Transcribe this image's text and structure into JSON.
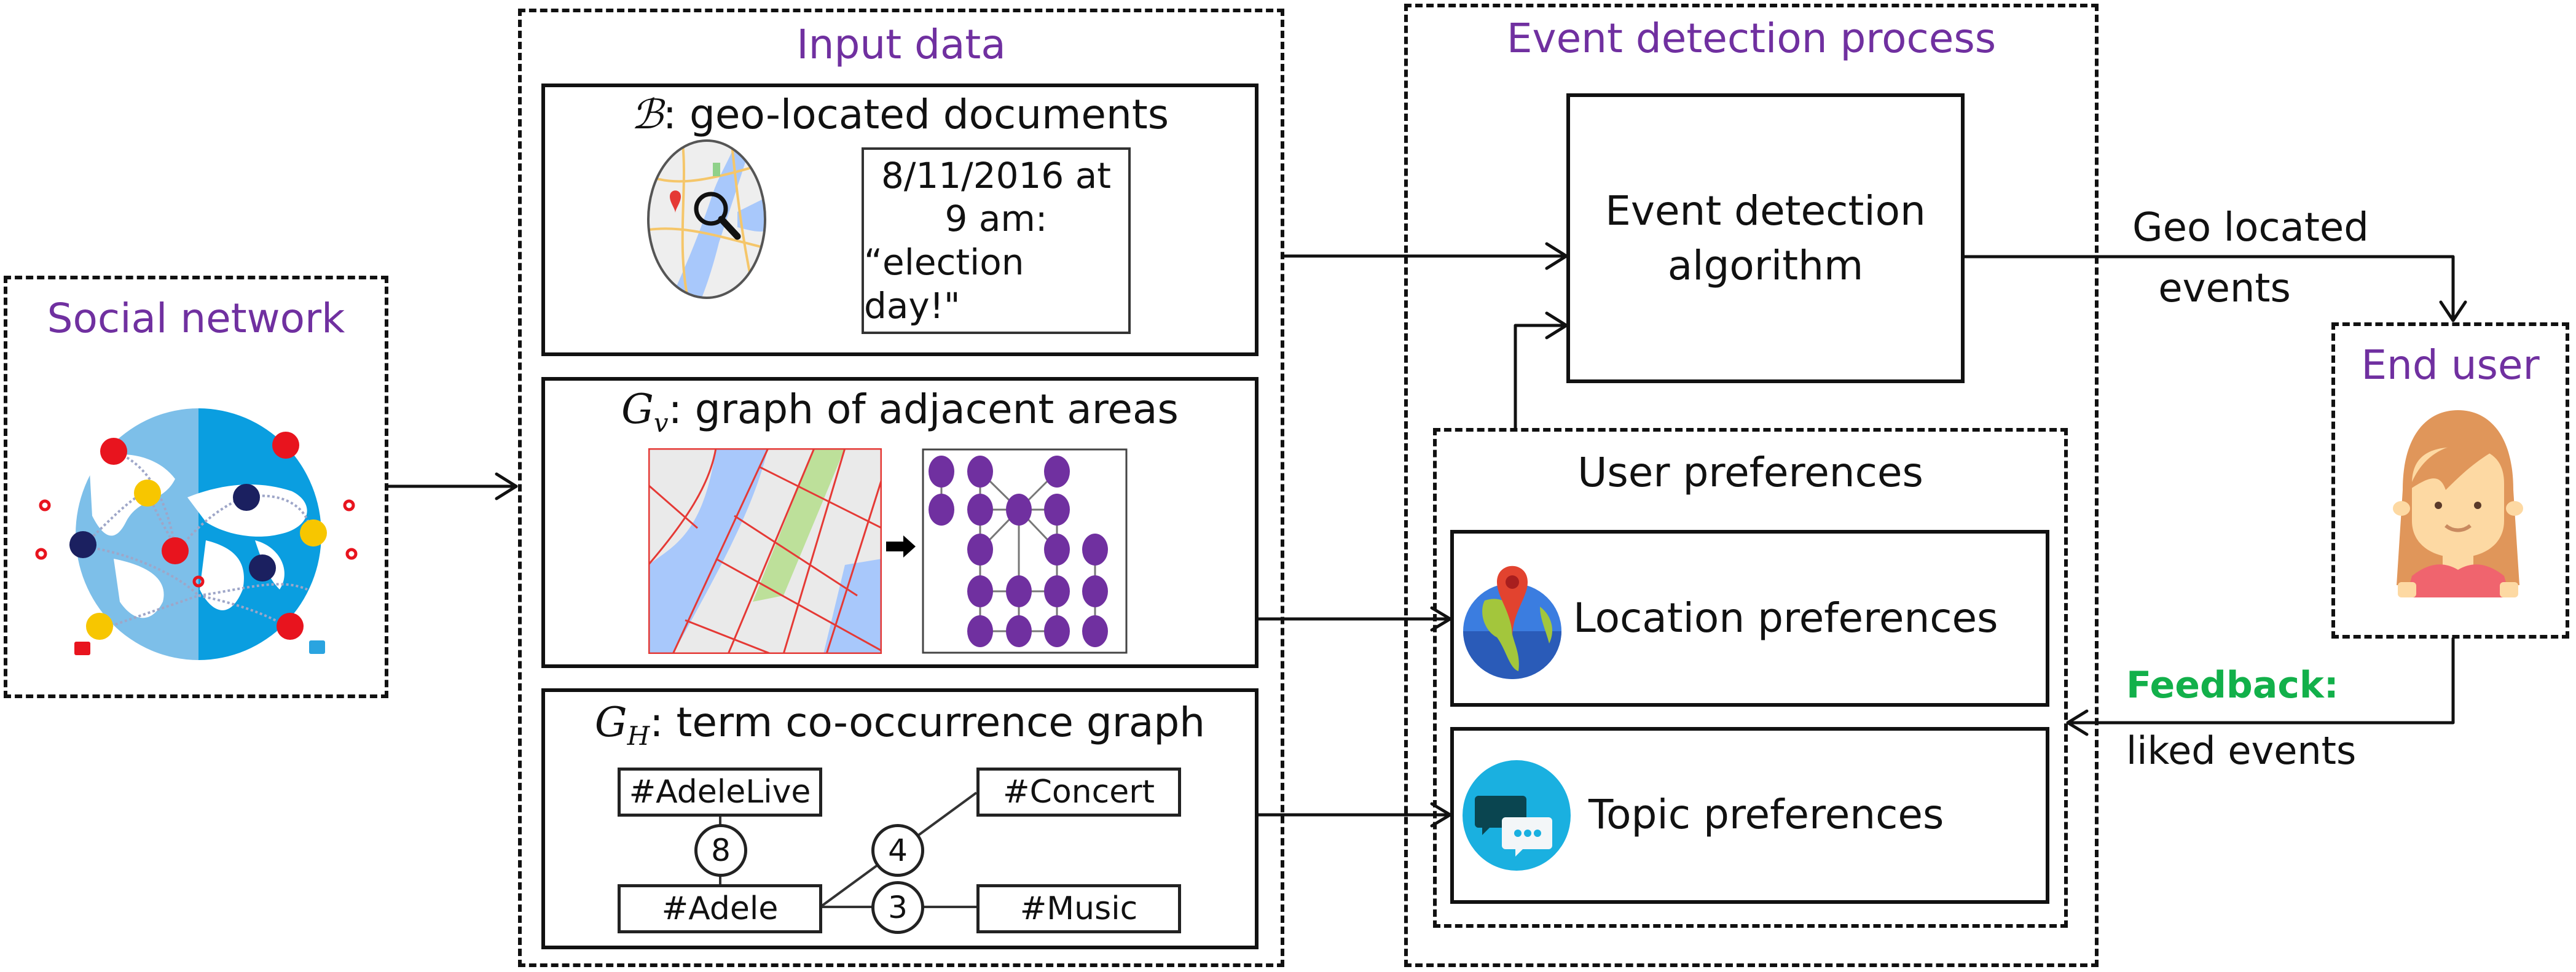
{
  "social_network": {
    "title": "Social network",
    "icon": "globe-network-icon"
  },
  "input_data": {
    "title": "Input data",
    "documents": {
      "symbol": "ℬ",
      "label": ": geo-located documents",
      "tweet_lines": [
        "8/11/2016 at",
        "9 am:",
        "“election day!\""
      ],
      "map_icon": "magnified-map-icon"
    },
    "area_graph": {
      "symbol": "G",
      "subscript": "v",
      "label": ": graph of adjacent areas",
      "map_icon": "city-grid-map-icon",
      "arrow_icon": "right-arrow-icon"
    },
    "term_graph": {
      "symbol": "G",
      "subscript": "H",
      "label": ": term co-occurrence graph",
      "terms": [
        "#AdeleLive",
        "#Concert",
        "#Adele",
        "#Music"
      ],
      "edges": [
        {
          "from": "#AdeleLive",
          "to": "#Adele",
          "weight": "8"
        },
        {
          "from": "#Adele",
          "to": "#Concert",
          "weight": "4"
        },
        {
          "from": "#Adele",
          "to": "#Music",
          "weight": "3"
        }
      ]
    }
  },
  "event_detection": {
    "title": "Event detection process",
    "algorithm_lines": [
      "Event detection",
      "algorithm"
    ],
    "user_preferences": {
      "title": "User preferences",
      "location": {
        "label": "Location preferences",
        "icon": "globe-pin-icon"
      },
      "topic": {
        "label": "Topic preferences",
        "icon": "chat-bubbles-icon"
      }
    }
  },
  "output": {
    "lines": [
      "Geo located",
      "events"
    ]
  },
  "end_user": {
    "title": "End user",
    "icon": "user-avatar-icon"
  },
  "feedback": {
    "heading": "Feedback:",
    "text": "liked events"
  },
  "colors": {
    "accent_purple": "#7030a0",
    "feedback_green": "#12b04a",
    "graph_node_purple": "#7030a0"
  }
}
